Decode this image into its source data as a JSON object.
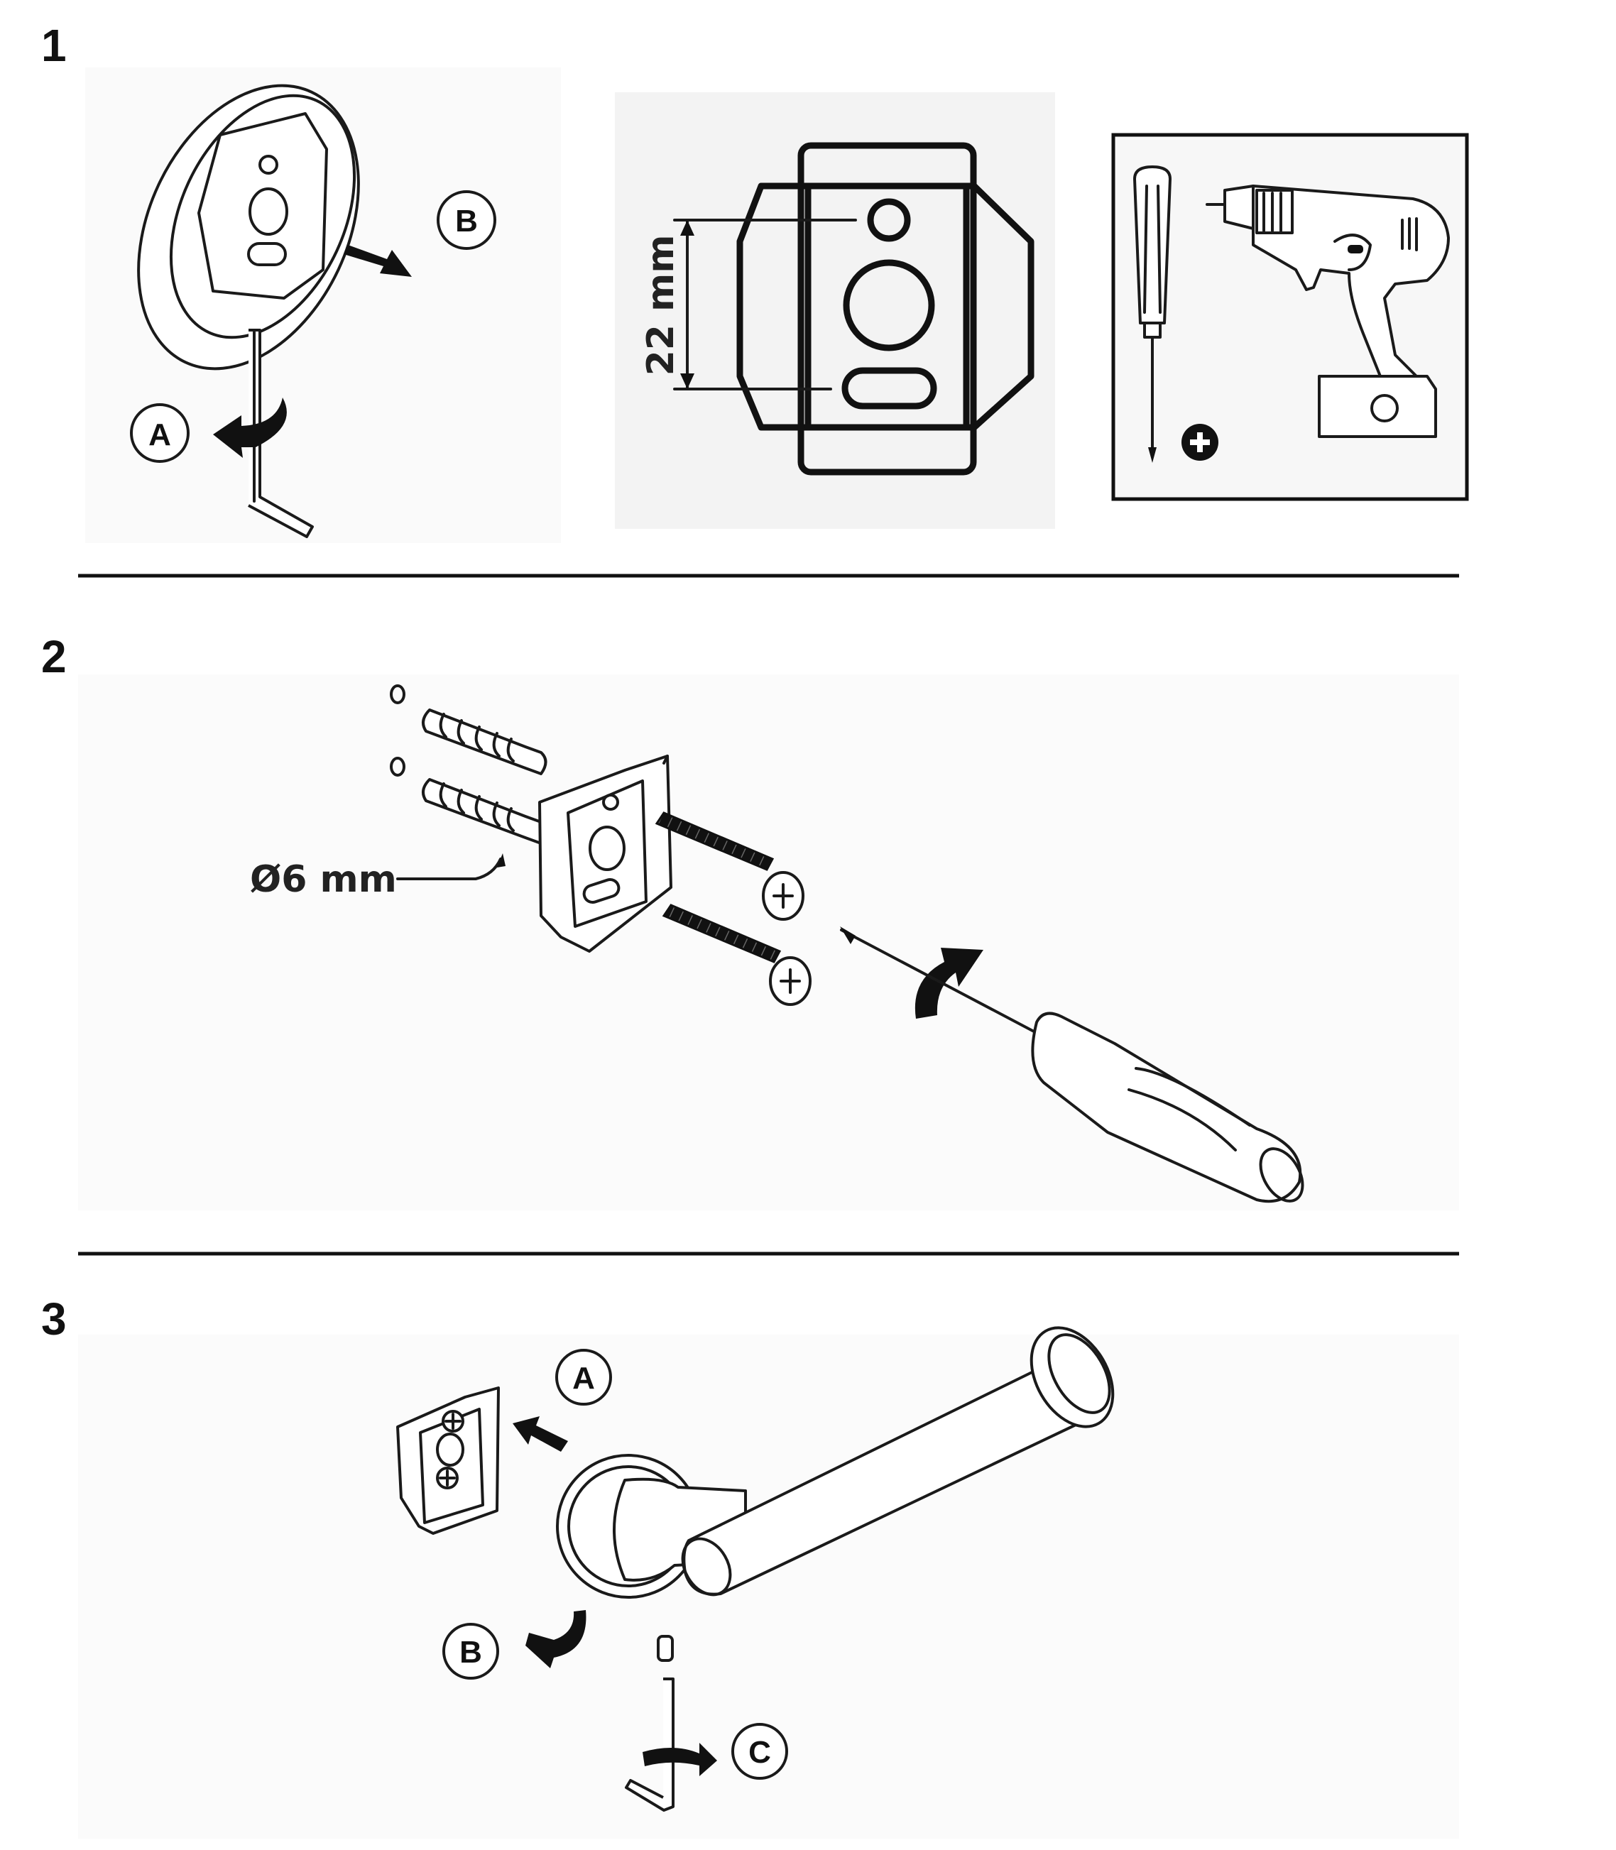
{
  "steps": [
    {
      "number": "1",
      "labels": {
        "a": "A",
        "b": "B"
      },
      "dimension": "22 mm"
    },
    {
      "number": "2",
      "dimension": "Ø6 mm"
    },
    {
      "number": "3",
      "labels": {
        "a": "A",
        "b": "B",
        "c": "C"
      }
    }
  ],
  "icons": {
    "plus": "plus-circle-icon",
    "screwdriver": "screwdriver-icon",
    "drill": "drill-icon",
    "hex_key": "hex-key-icon"
  },
  "colors": {
    "line": "#1a1a1a",
    "panel": "#f4f4f4",
    "background": "#ffffff"
  }
}
